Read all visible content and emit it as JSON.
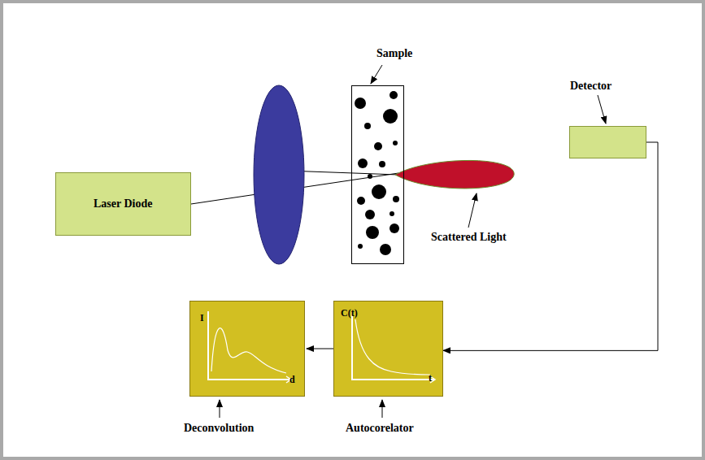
{
  "diagram": {
    "nodes": [
      {
        "text": [
          "Laser Diode"
        ]
      },
      {
        "text": [
          "Sample"
        ]
      },
      {
        "text": [
          "Detector"
        ]
      },
      {
        "text": [
          "C(t)",
          "t",
          "Autocorelator"
        ]
      },
      {
        "text": [
          "I",
          "d",
          "Deconvolution"
        ]
      }
    ],
    "edges": [
      {
        "from": 2,
        "to": 3,
        "arrow": "to"
      },
      {
        "from": 3,
        "to": 4,
        "arrow": "to"
      }
    ],
    "labels": [
      "Scattered Light"
    ]
  }
}
